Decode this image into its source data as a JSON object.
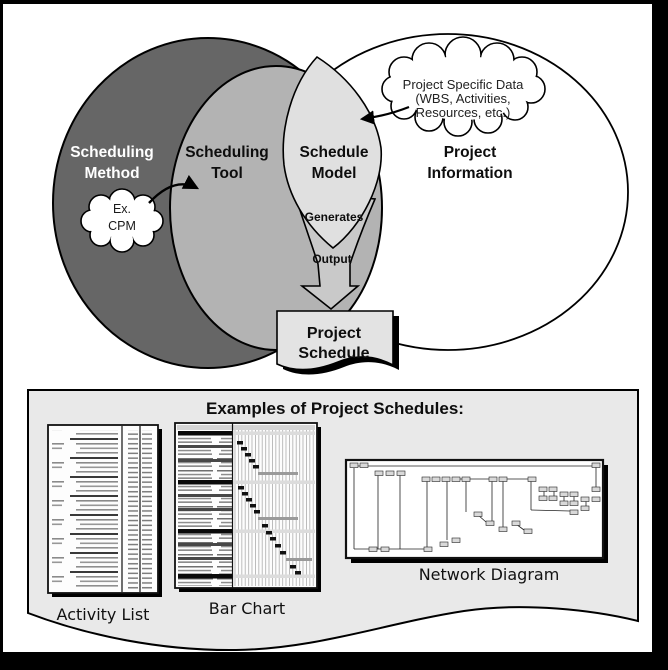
{
  "figure": {
    "venn": {
      "method_line1": "Scheduling",
      "method_line2": "Method",
      "tool_line1": "Scheduling",
      "tool_line2": "Tool",
      "model_line1": "Schedule",
      "model_line2": "Model",
      "info_line1": "Project",
      "info_line2": "Information",
      "generates": "Generates",
      "output": "Output"
    },
    "clouds": {
      "cpm_line1": "Ex.",
      "cpm_line2": "CPM",
      "data_line1": "Project Specific Data",
      "data_line2": "(WBS, Activities,",
      "data_line3": "Resources, etc.)"
    },
    "document": {
      "line1": "Project",
      "line2": "Schedule"
    },
    "examples": {
      "title": "Examples of Project Schedules:",
      "labels": [
        "Activity List",
        "Bar Chart",
        "Network Diagram"
      ]
    },
    "colors": {
      "method_fill": "#666666",
      "tool_fill": "#b3b3b3",
      "model_fill": "#e0e0e0",
      "funnel_fill": "#c9c9c9",
      "banner_fill": "#e9e9e9",
      "document_fill": "#e3e3e3",
      "outline": "#000000",
      "method_text_color": "#ffffff"
    }
  }
}
